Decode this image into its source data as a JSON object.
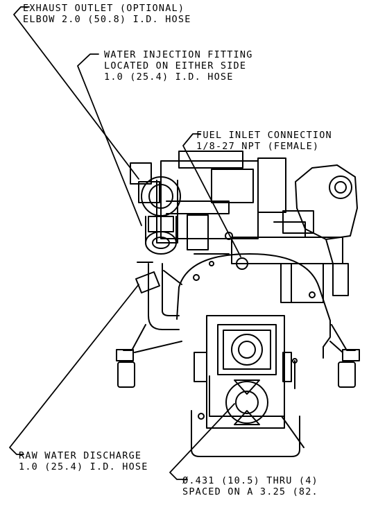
{
  "callouts": {
    "exhaust": {
      "line1": "EXHAUST OUTLET (OPTIONAL)",
      "line2": "ELBOW 2.0 (50.8) I.D. HOSE"
    },
    "water_injection": {
      "line1": "WATER INJECTION FITTING",
      "line2": "LOCATED ON EITHER SIDE",
      "line3": "1.0 (25.4) I.D. HOSE"
    },
    "fuel_inlet": {
      "line1": "FUEL INLET CONNECTION",
      "line2": "1/8-27 NPT (FEMALE)"
    },
    "raw_water": {
      "line1": "RAW WATER DISCHARGE",
      "line2": "1.0 (25.4) I.D. HOSE"
    },
    "mounting": {
      "line1": "Ø.431 (10.5) THRU (4)",
      "line2": "SPACED ON A 3.25 (82."
    }
  }
}
